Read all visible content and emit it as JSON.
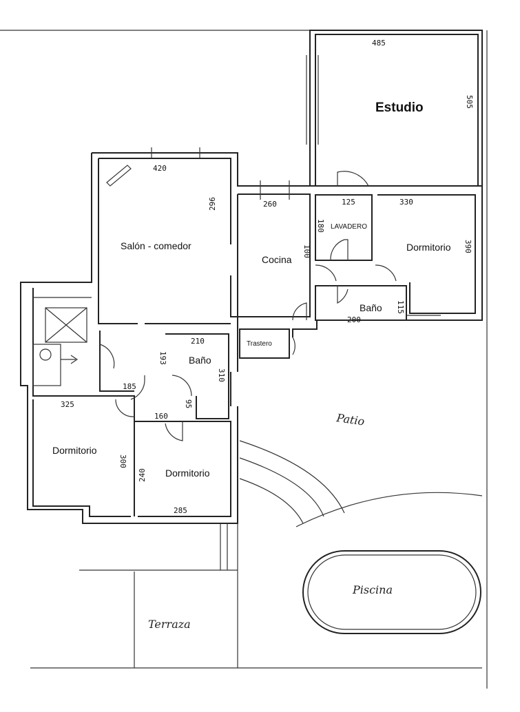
{
  "rooms": {
    "estudio": "Estudio",
    "salon": "Salón - comedor",
    "cocina": "Cocina",
    "lavadero": "LAVADERO",
    "dormitorio_ne": "Dormitorio",
    "bano_e": "Baño",
    "trastero": "Trastero",
    "bano_c": "Baño",
    "dormitorio_sw": "Dormitorio",
    "dormitorio_s": "Dormitorio",
    "patio": "Patio",
    "piscina": "Piscina",
    "terraza": "Terraza"
  },
  "dimensions": {
    "estudio_w": "485",
    "estudio_h": "505",
    "salon_w": "420",
    "salon_h": "296",
    "cocina_w": "260",
    "cocina_h": "100",
    "lavadero_w": "125",
    "lavadero_h": "180",
    "dorm_ne_w": "330",
    "dorm_ne_h": "390",
    "bano_e_w": "200",
    "bano_e_h": "115",
    "bano_c_w": "210",
    "bano_c_h": "310",
    "hall_a": "193",
    "hall_b": "185",
    "hall_c": "160",
    "hall_d": "95",
    "dorm_sw_w": "325",
    "dorm_sw_h": "300",
    "dorm_s_w": "285",
    "dorm_s_h": "240"
  }
}
